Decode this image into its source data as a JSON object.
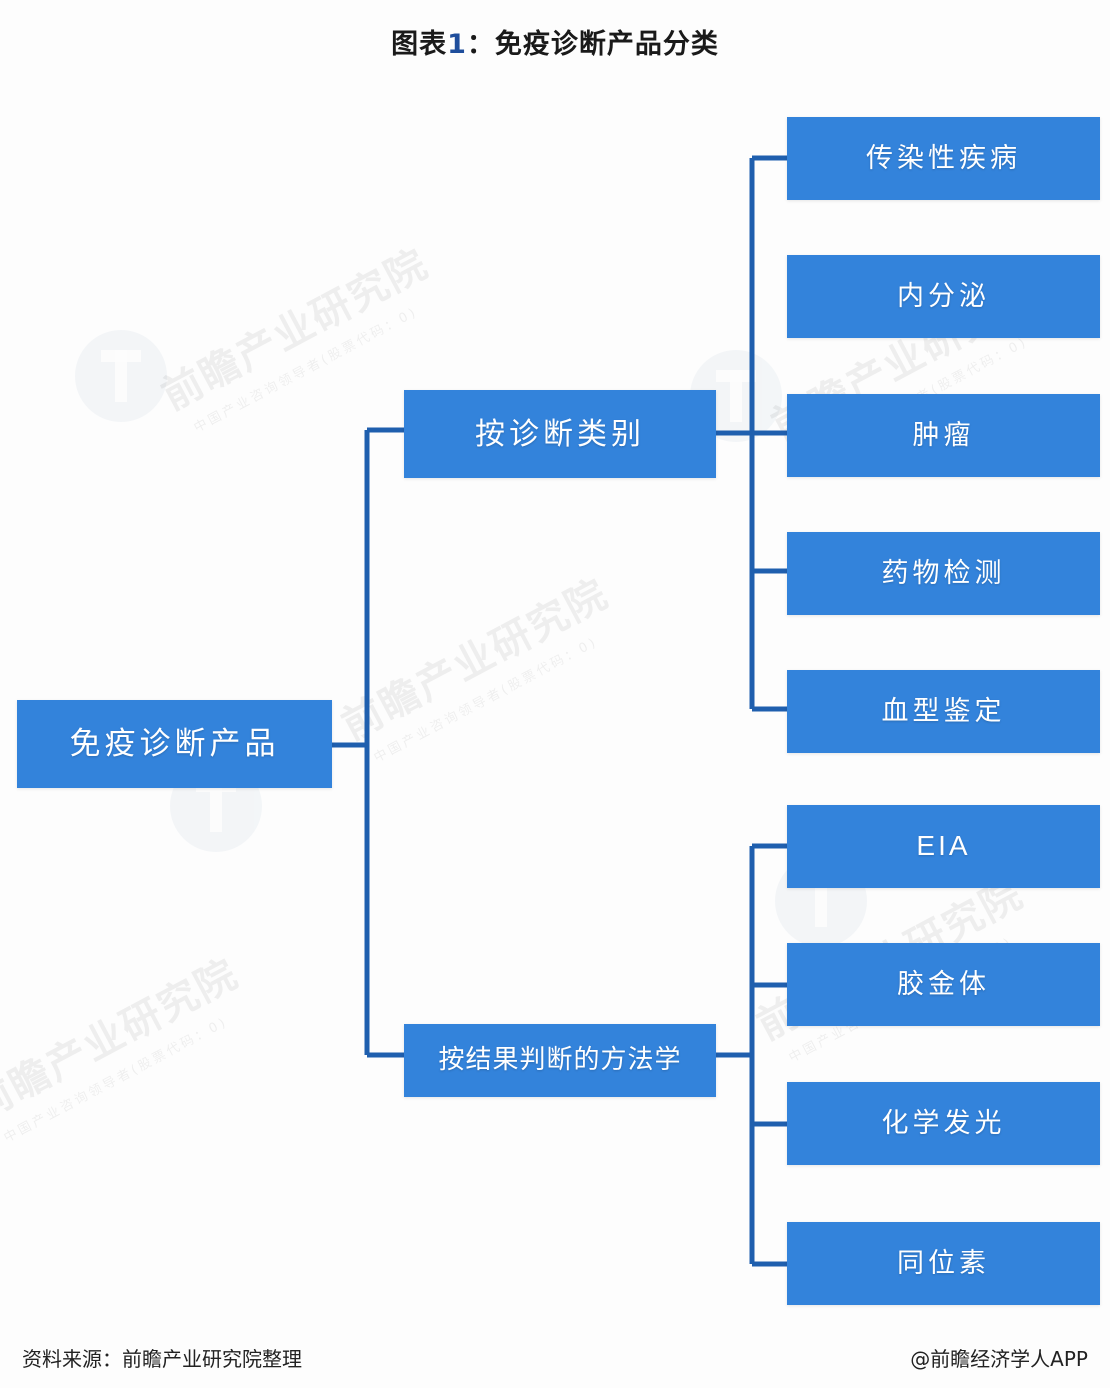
{
  "title": {
    "prefix": "图表",
    "number": "1",
    "suffix": "：免疫诊断产品分类",
    "full": "图表1：免疫诊断产品分类"
  },
  "colors": {
    "node_fill": "#3383DB",
    "connector": "#1F5FAE",
    "title_number": "#1F4E9C",
    "node_text": "#FFFFFF",
    "background": "#FDFDFD"
  },
  "diagram": {
    "type": "tree",
    "root": {
      "label": "免疫诊断产品"
    },
    "branches": [
      {
        "label": "按诊断类别",
        "children": [
          {
            "label": "传染性疾病"
          },
          {
            "label": "内分泌"
          },
          {
            "label": "肿瘤"
          },
          {
            "label": "药物检测"
          },
          {
            "label": "血型鉴定"
          }
        ]
      },
      {
        "label": "按结果判断的方法学",
        "children": [
          {
            "label": "EIA"
          },
          {
            "label": "胶金体"
          },
          {
            "label": "化学发光"
          },
          {
            "label": "同位素"
          }
        ]
      }
    ]
  },
  "watermark": {
    "main": "前瞻产业研究院",
    "sub": "中国产业咨询领导者(股票代码：0)"
  },
  "footer": {
    "source": "资料来源：前瞻产业研究院整理",
    "brand": "@前瞻经济学人APP"
  }
}
